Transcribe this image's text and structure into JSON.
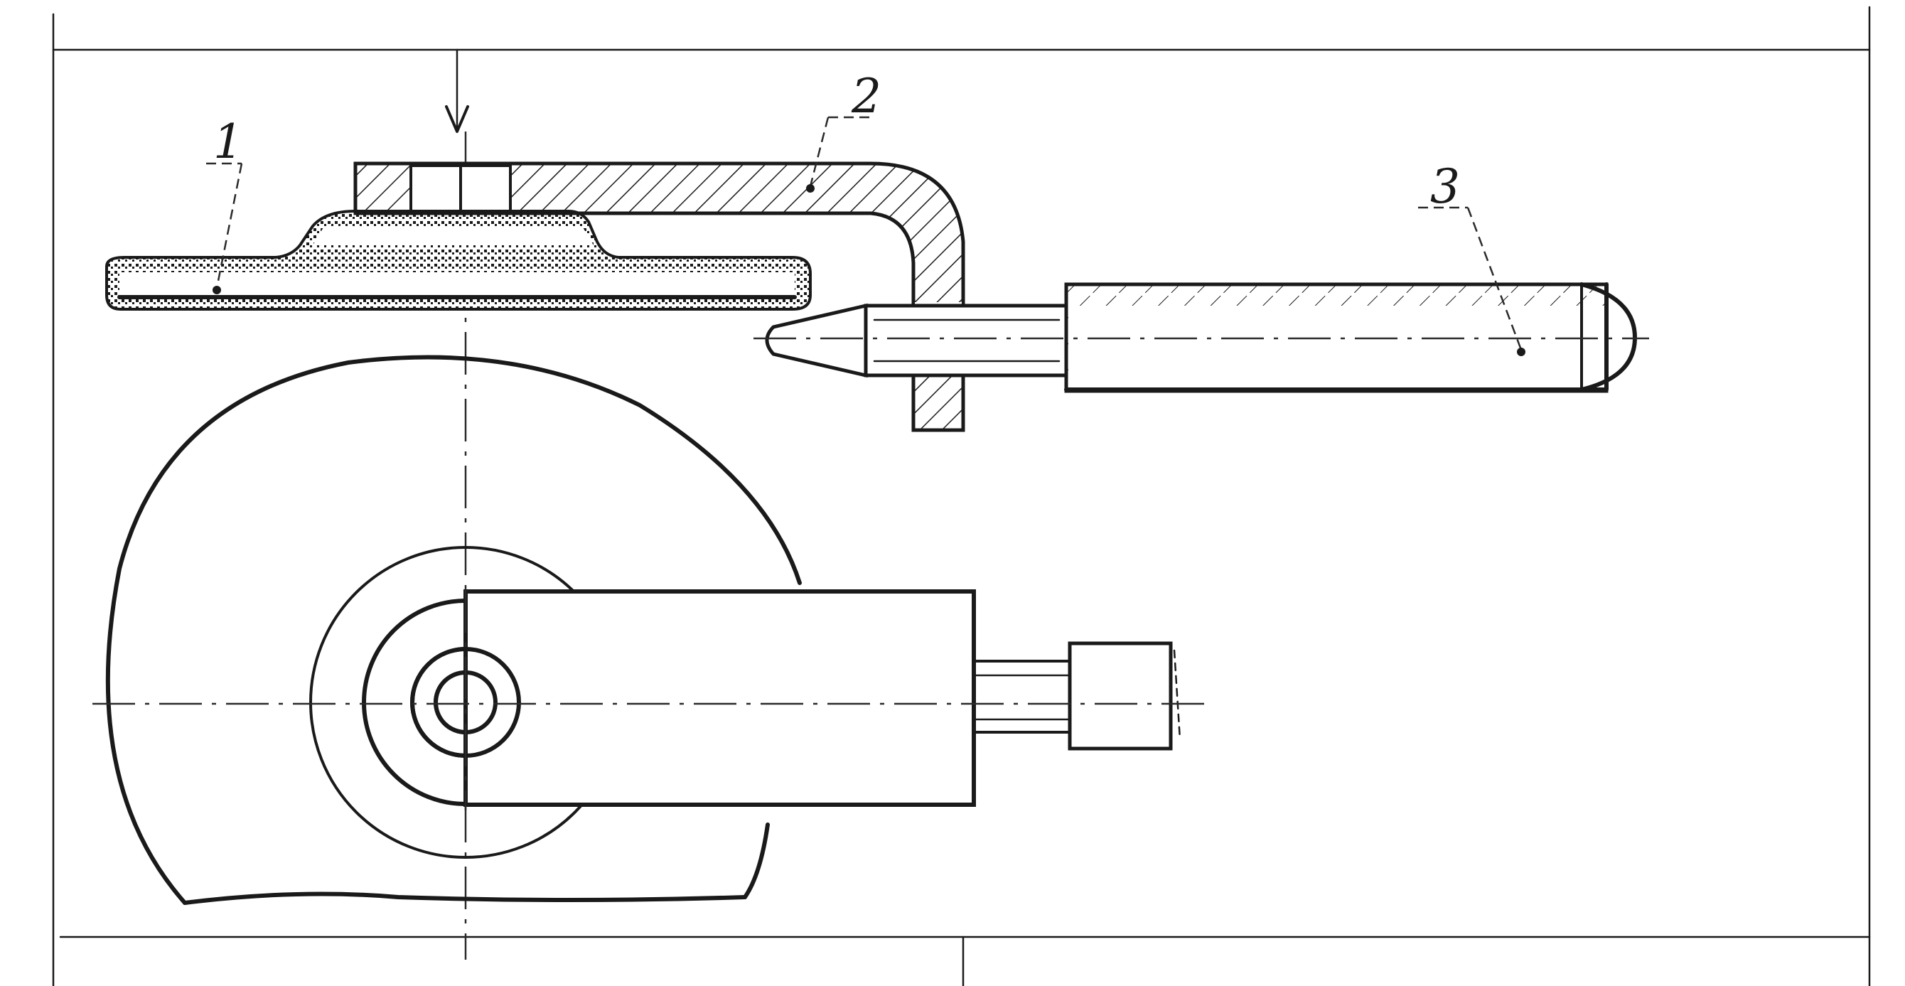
{
  "callouts": {
    "part_1": "1",
    "part_2": "2",
    "part_3": "3"
  },
  "colors": {
    "ink": "#1a1a1a",
    "paper": "#ffffff"
  }
}
